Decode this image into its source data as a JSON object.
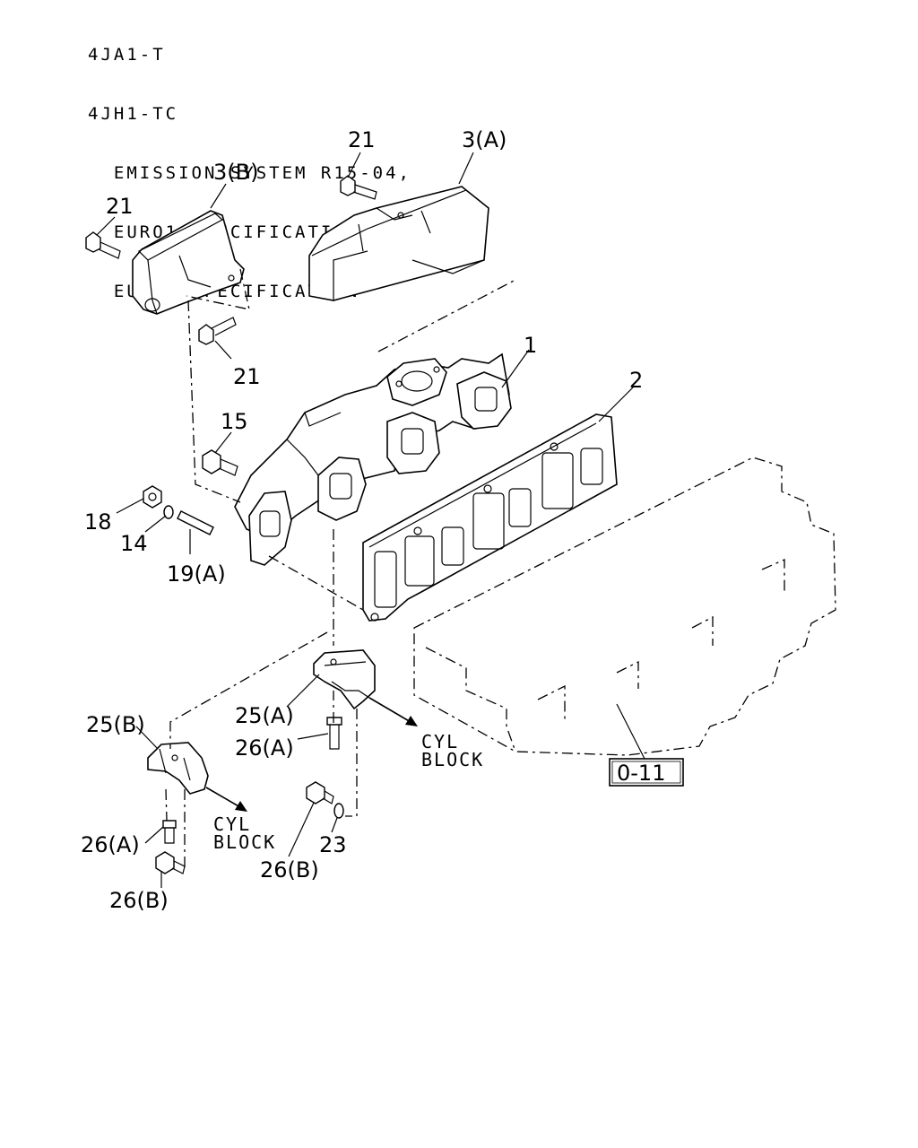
{
  "header": {
    "lines": [
      "4JA1-T",
      "4JH1-TC",
      "  EMISSION SYSTEM R15-04,",
      "  EURO1 SPECIFICATION,",
      "  EURO2 SPECIFICATION"
    ]
  },
  "callouts": {
    "c21_top": "21",
    "c3a": "3(A)",
    "c3b": "3(B)",
    "c21_left": "21",
    "c21_mid": "21",
    "c1": "1",
    "c2": "2",
    "c15": "15",
    "c18": "18",
    "c14": "14",
    "c19a": "19(A)",
    "c25a": "25(A)",
    "c26a_mid": "26(A)",
    "c25b": "25(B)",
    "c26a_left": "26(A)",
    "c26b_left": "26(B)",
    "c26b_mid": "26(B)",
    "c23": "23"
  },
  "notes": {
    "cyl_block_right_1": "CYL",
    "cyl_block_right_2": "BLOCK",
    "cyl_block_left_1": "CYL",
    "cyl_block_left_2": "BLOCK"
  },
  "reference_box": "0-11"
}
